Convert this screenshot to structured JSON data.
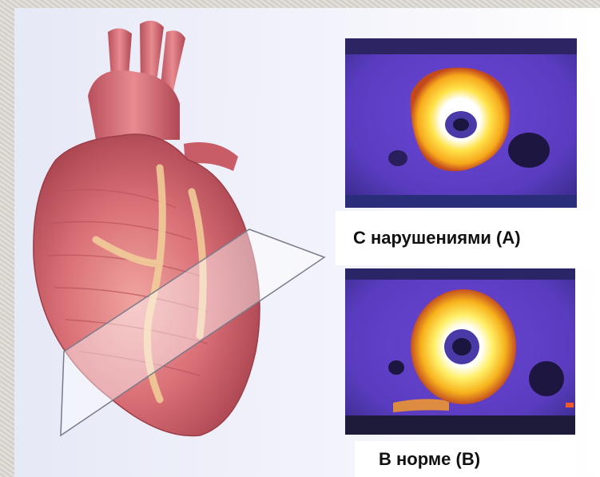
{
  "labels": {
    "scan_a": "С нарушениями (А)",
    "scan_b": "В норме (В)"
  },
  "colors": {
    "scan_background": "#5d3fc4",
    "scan_ring": "#ffd21f",
    "heart": "#d9737a",
    "slice_plane": "#ffffff"
  },
  "icons": {
    "heart": "heart-illustration",
    "slice": "slice-plane",
    "scan_a": "myocardial-perfusion-scan-abnormal",
    "scan_b": "myocardial-perfusion-scan-normal"
  }
}
